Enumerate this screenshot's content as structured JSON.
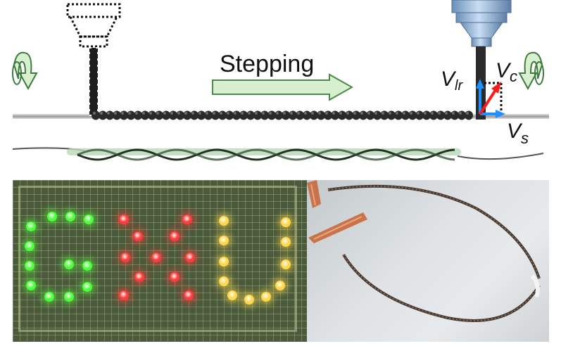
{
  "labels": {
    "stepping": "Stepping",
    "v_lr_main": "V",
    "v_lr_sub": "lr",
    "v_c_main": "V",
    "v_c_sub": "c",
    "v_s_main": "V",
    "v_s_sub": "s"
  },
  "colors": {
    "fiber": "#2a2a2a",
    "arrow_fill": "#d9f0d0",
    "arrow_stroke": "#4a8a4a",
    "nozzle": "#9ec3e6",
    "vec_vertical": "#1e90ff",
    "vec_horizontal": "#1e90ff",
    "vec_combined": "#ff1a1a",
    "led_green": "#4cff3a",
    "led_red": "#ff3b3b",
    "led_yellow": "#ffd84a"
  },
  "photo": {
    "panel_text": "GXU",
    "left_letter": "G",
    "middle_letter": "X",
    "right_letter": "U"
  }
}
